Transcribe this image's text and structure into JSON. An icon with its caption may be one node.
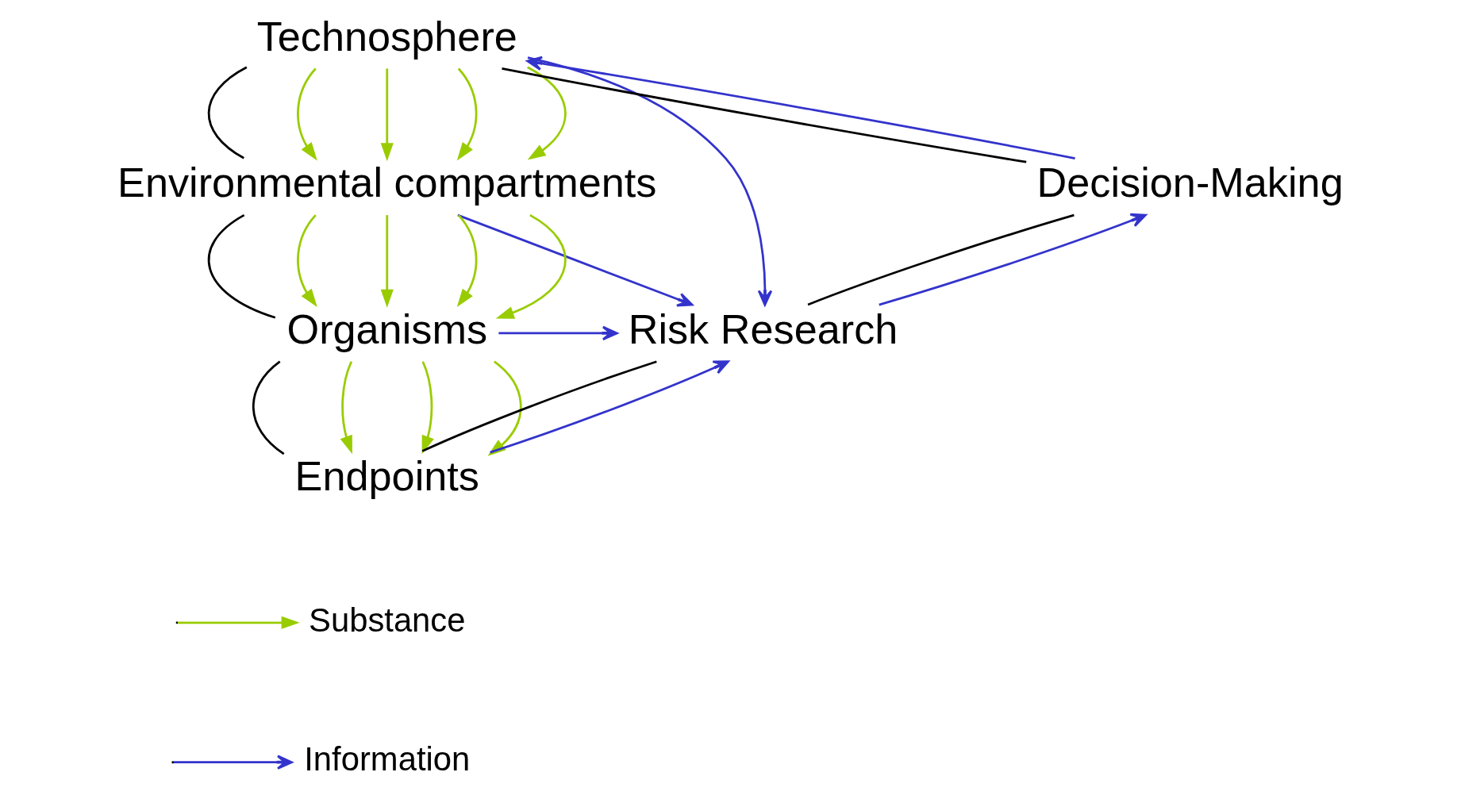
{
  "diagram": {
    "nodes": [
      {
        "text": [
          "Technosphere"
        ]
      },
      {
        "text": [
          "Decision-Making"
        ]
      },
      {
        "text": [
          "Environmental compartments"
        ]
      },
      {
        "text": [
          "Risk Research"
        ]
      },
      {
        "text": [
          "Organisms"
        ]
      },
      {
        "text": [
          "Endpoints"
        ]
      }
    ],
    "edges": [
      {
        "from": 1,
        "to": 0,
        "arrow": "none",
        "color": "#000000"
      },
      {
        "from": 0,
        "to": 2,
        "arrow": "none",
        "color": "#000000"
      },
      {
        "from": 3,
        "to": 1,
        "arrow": "none",
        "color": "#000000"
      },
      {
        "from": 2,
        "to": 4,
        "arrow": "none",
        "color": "#000000"
      },
      {
        "from": 5,
        "to": 3,
        "arrow": "none",
        "color": "#000000"
      },
      {
        "from": 4,
        "to": 5,
        "arrow": "none",
        "color": "#000000"
      },
      {
        "from": 0,
        "to": 2,
        "arrow": "to"
      },
      {
        "from": 0,
        "to": 2,
        "arrow": "to"
      },
      {
        "from": 0,
        "to": 2,
        "arrow": "to"
      },
      {
        "from": 0,
        "to": 2,
        "arrow": "to"
      },
      {
        "from": 2,
        "to": 4,
        "arrow": "to"
      },
      {
        "from": 2,
        "to": 4,
        "arrow": "to"
      },
      {
        "from": 2,
        "to": 4,
        "arrow": "to"
      },
      {
        "from": 2,
        "to": 4,
        "arrow": "to"
      },
      {
        "from": 4,
        "to": 5,
        "arrow": "to"
      },
      {
        "from": 4,
        "to": 5,
        "arrow": "to"
      },
      {
        "from": 4,
        "to": 5,
        "arrow": "to"
      },
      {
        "from": 1,
        "to": 0,
        "arrow": "to",
        "color": "#3333cc"
      },
      {
        "from": 0,
        "to": 3,
        "arrow": "to",
        "color": "#3333cc"
      },
      {
        "from": 2,
        "to": 3,
        "arrow": "to",
        "color": "#3333cc"
      },
      {
        "from": 4,
        "to": 3,
        "arrow": "to",
        "color": "#3333cc"
      },
      {
        "from": 5,
        "to": 3,
        "arrow": "to",
        "color": "#3333cc"
      },
      {
        "from": 3,
        "to": 1,
        "arrow": "to",
        "color": "#3333cc"
      }
    ],
    "legend": [
      {
        "text": "Substance",
        "color": "#99cc00"
      },
      {
        "text": "Information",
        "color": "#3333cc"
      }
    ]
  }
}
